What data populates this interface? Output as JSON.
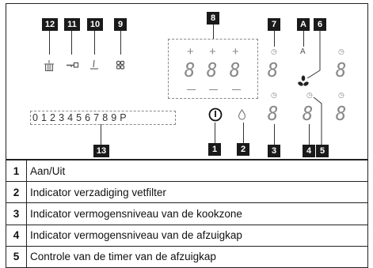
{
  "callouts": {
    "c1": "1",
    "c2": "2",
    "c3": "3",
    "c4": "4",
    "c5": "5",
    "c6": "6",
    "c7": "7",
    "c8": "8",
    "c9": "9",
    "c10": "10",
    "c11": "11",
    "c12": "12",
    "c13": "13",
    "cA": "A"
  },
  "panel": {
    "timer_plus": [
      "+",
      "+",
      "+"
    ],
    "timer_digits": [
      "8",
      "8",
      "8"
    ],
    "zone_digits": [
      "8",
      "8",
      "8",
      "8",
      "8"
    ],
    "a_label": "A",
    "power_scale": "0 1 2 3 4 5 6 7 8 9 P"
  },
  "icons": [
    "filter-icon",
    "lock-icon",
    "hob-icon",
    "fan-icon",
    "power-icon",
    "drop-icon",
    "clock-icon"
  ],
  "legend": [
    {
      "num": "1",
      "text": "Aan/Uit"
    },
    {
      "num": "2",
      "text": "Indicator verzadiging vetfilter"
    },
    {
      "num": "3",
      "text": "Indicator vermogensniveau van de kookzone"
    },
    {
      "num": "4",
      "text": "Indicator vermogensniveau van de afzuigkap"
    },
    {
      "num": "5",
      "text": "Controle van de timer van de afzuigkap"
    }
  ]
}
